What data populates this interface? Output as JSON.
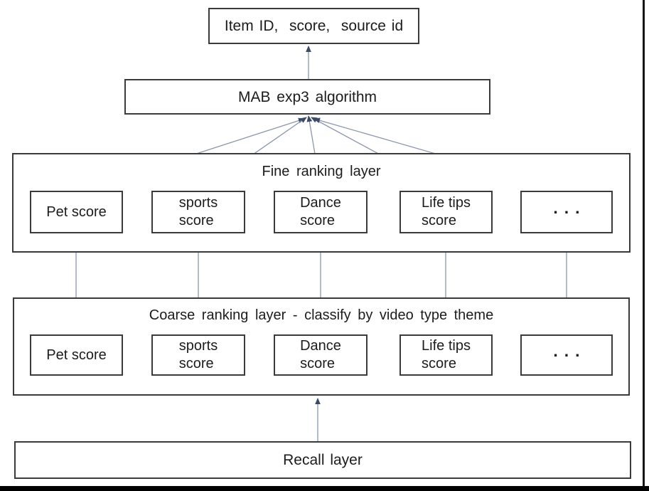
{
  "diagram": {
    "output_box": {
      "label": "Item ID,  score,  source id"
    },
    "mab_box": {
      "label": "MAB exp3 algorithm"
    },
    "fine_layer": {
      "title": "Fine ranking layer",
      "boxes": [
        {
          "label": "Pet score"
        },
        {
          "label": "sports\nscore"
        },
        {
          "label": "Dance\nscore"
        },
        {
          "label": "Life tips\nscore"
        },
        {
          "label": "..."
        }
      ]
    },
    "coarse_layer": {
      "title": "Coarse ranking layer - classify by video type theme",
      "boxes": [
        {
          "label": "Pet score"
        },
        {
          "label": "sports\nscore"
        },
        {
          "label": "Dance\nscore"
        },
        {
          "label": "Life tips\nscore"
        },
        {
          "label": "..."
        }
      ]
    },
    "recall_layer": {
      "label": "Recall layer"
    },
    "connections": [
      {
        "from": "mab-algorithm-box",
        "to": "output-box"
      },
      {
        "from": "fine-score-pet",
        "to": "mab-algorithm-box"
      },
      {
        "from": "fine-score-sports",
        "to": "mab-algorithm-box"
      },
      {
        "from": "fine-score-dance",
        "to": "mab-algorithm-box"
      },
      {
        "from": "fine-score-life-tips",
        "to": "mab-algorithm-box"
      },
      {
        "from": "fine-score-more",
        "to": "mab-algorithm-box"
      },
      {
        "from": "coarse-score-pet",
        "to": "fine-score-pet"
      },
      {
        "from": "coarse-score-sports",
        "to": "fine-score-sports"
      },
      {
        "from": "coarse-score-dance",
        "to": "fine-score-dance"
      },
      {
        "from": "coarse-score-life-tips",
        "to": "fine-score-life-tips"
      },
      {
        "from": "coarse-score-more",
        "to": "fine-score-more"
      },
      {
        "from": "recall-layer-box",
        "to": "coarse-ranking-layer"
      }
    ],
    "colors": {
      "arrow_line": "#8a96ab",
      "arrow_head": "#3a4a68",
      "box_border": "#3a3a3a",
      "text": "#1c1c1c"
    }
  }
}
